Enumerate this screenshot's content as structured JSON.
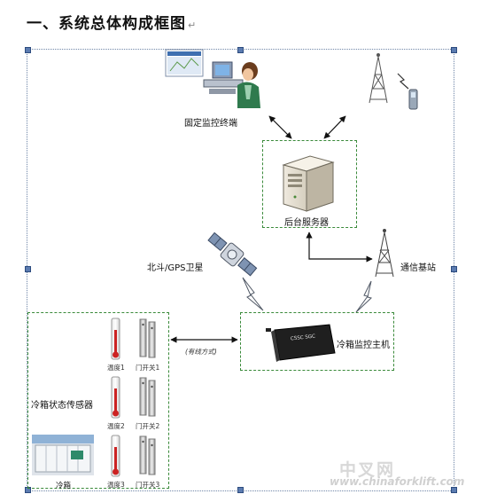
{
  "heading": {
    "title": "一、系统总体构成框图",
    "paragraph_mark": "↵"
  },
  "nodes": {
    "terminal": "固定监控终端",
    "server": "后台服务器",
    "satellite": "北斗/GPS卫星",
    "base_station": "通信基站",
    "host": "冷箱监控主机",
    "sensors": "冷箱状态传感器",
    "container": "冷箱"
  },
  "link_label": "(有线方式)",
  "sensor_items": [
    {
      "label": "温度1"
    },
    {
      "label": "门开关1"
    },
    {
      "label": "温度2"
    },
    {
      "label": "门开关2"
    },
    {
      "label": "温度3"
    },
    {
      "label": "门开关3"
    }
  ],
  "device_brand": "CSSC SGC",
  "watermark": {
    "cn": "中叉网",
    "url": "www.chinaforklift.com"
  },
  "colors": {
    "group_border": "#3a8a3a",
    "frame": "#6f86a8",
    "arrow": "#111111"
  }
}
